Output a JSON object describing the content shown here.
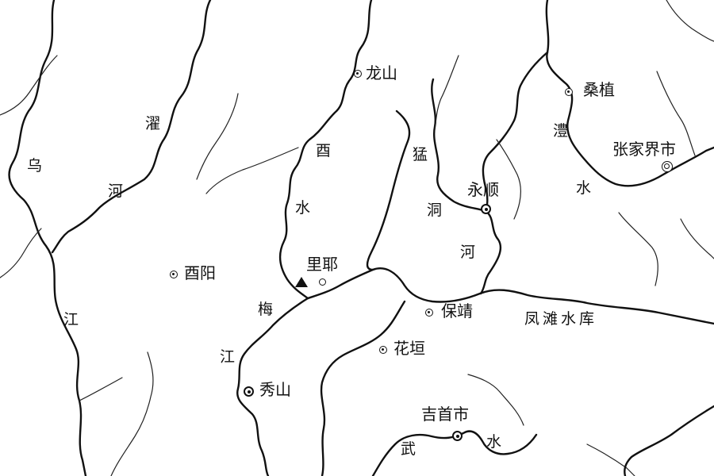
{
  "places": {
    "longshan": "龙山",
    "sangzhi": "桑植",
    "zhangjiajie": "张家界市",
    "yongshun": "永顺",
    "liye": "里耶",
    "youyang": "酉阳",
    "baojing": "保靖",
    "huayuan": "花垣",
    "xiushan": "秀山",
    "jishou": "吉首市"
  },
  "rivers": {
    "wu": [
      "乌",
      "江"
    ],
    "he_left": "河",
    "zhuo": "濯",
    "you": [
      "酉",
      "水"
    ],
    "mei": [
      "梅",
      "江"
    ],
    "meng": [
      "猛",
      "洞",
      "河"
    ],
    "li": [
      "澧",
      "水"
    ],
    "wushui": [
      "武",
      "水"
    ]
  },
  "reservoir": "凤滩水库"
}
